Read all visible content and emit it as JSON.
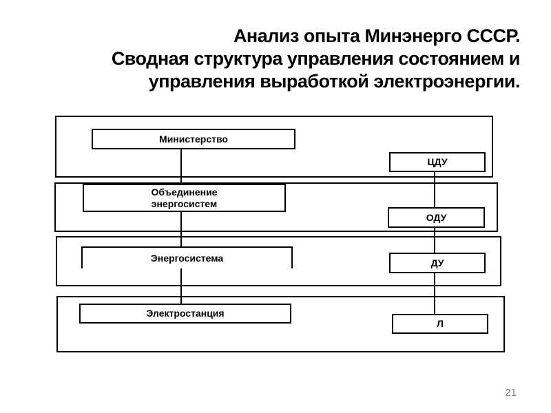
{
  "slide": {
    "title_lines": [
      "Анализ опыта Минэнерго СССР.",
      "Сводная структура управления состоянием и",
      "управления выработкой электроэнергии."
    ],
    "page_number": "21"
  },
  "diagram": {
    "levels": [
      {
        "name": "ministry",
        "box": "Министерство",
        "control": "ЦДУ"
      },
      {
        "name": "union",
        "box": "Объединение\nэнергосистем",
        "control": "ОДУ"
      },
      {
        "name": "energy-system",
        "box": "Энергосистема",
        "control": "ДУ"
      },
      {
        "name": "power-plant",
        "box": "Электростанция",
        "control": "Л"
      }
    ]
  },
  "colors": {
    "background": "#ffffff",
    "line": "#000000",
    "text": "#000000",
    "page_number": "#808080"
  }
}
